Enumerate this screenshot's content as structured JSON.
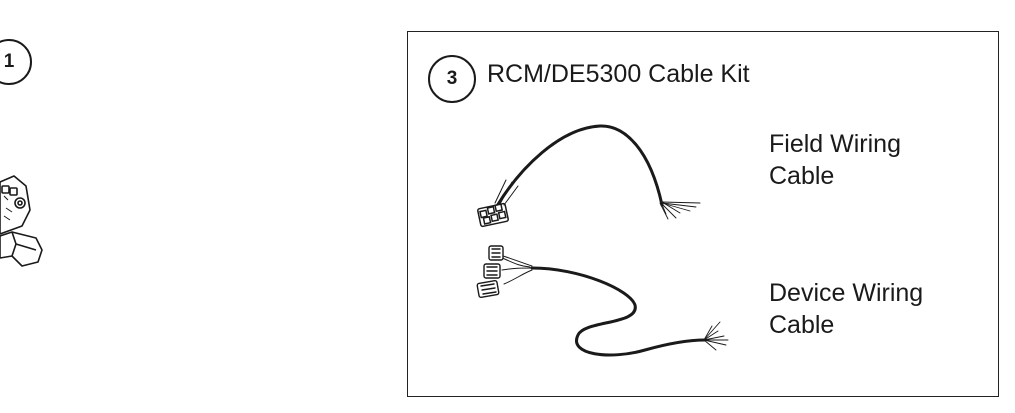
{
  "callouts": {
    "left_number": "1",
    "kit_number": "3"
  },
  "kit": {
    "title": "RCM/DE5300 Cable Kit",
    "field_cable": {
      "line1": "Field Wiring",
      "line2": "Cable"
    },
    "device_cable": {
      "line1": "Device Wiring",
      "line2": "Cable"
    }
  },
  "icons": [
    "terminal-block-part-icon",
    "field-wiring-cable-icon",
    "device-wiring-cable-icon"
  ],
  "colors": {
    "ink": "#1a1a1a",
    "background": "#ffffff"
  }
}
